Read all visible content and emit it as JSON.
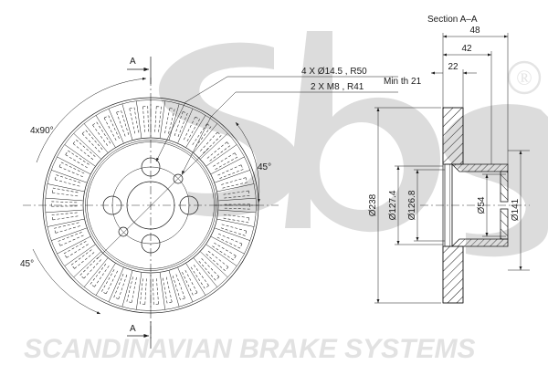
{
  "document": {
    "type": "engineering-drawing",
    "subject": "vented brake disc"
  },
  "brand": {
    "watermark_text": "sbs",
    "registered_mark": "®",
    "footer_text": "SCANDINAVIAN BRAKE SYSTEMS",
    "watermark_color": "#dcdcdc",
    "footer_color": "#e2e2e2"
  },
  "front_view": {
    "name": "front-view",
    "section_marker_label": "A",
    "annotations": {
      "hole_spec_primary": "4 X Ø14.5 , R50",
      "hole_spec_secondary": "2 X M8 , R41",
      "angle_spacing": "4x90°",
      "angle_lower_left": "45°",
      "angle_right": "45°"
    }
  },
  "section_view": {
    "name": "section-view",
    "title": "Section A–A",
    "min_thickness_label": "Min th 21",
    "horizontal_dimensions": [
      {
        "label": "48"
      },
      {
        "label": "42"
      },
      {
        "label": "22"
      }
    ],
    "vertical_dimensions": [
      {
        "label": "Ø238"
      },
      {
        "label": "Ø127.4"
      },
      {
        "label": "Ø126.8"
      },
      {
        "label": "Ø54"
      },
      {
        "label": "Ø141"
      }
    ]
  },
  "colors": {
    "line": "#1a1a1a",
    "background": "#ffffff"
  }
}
